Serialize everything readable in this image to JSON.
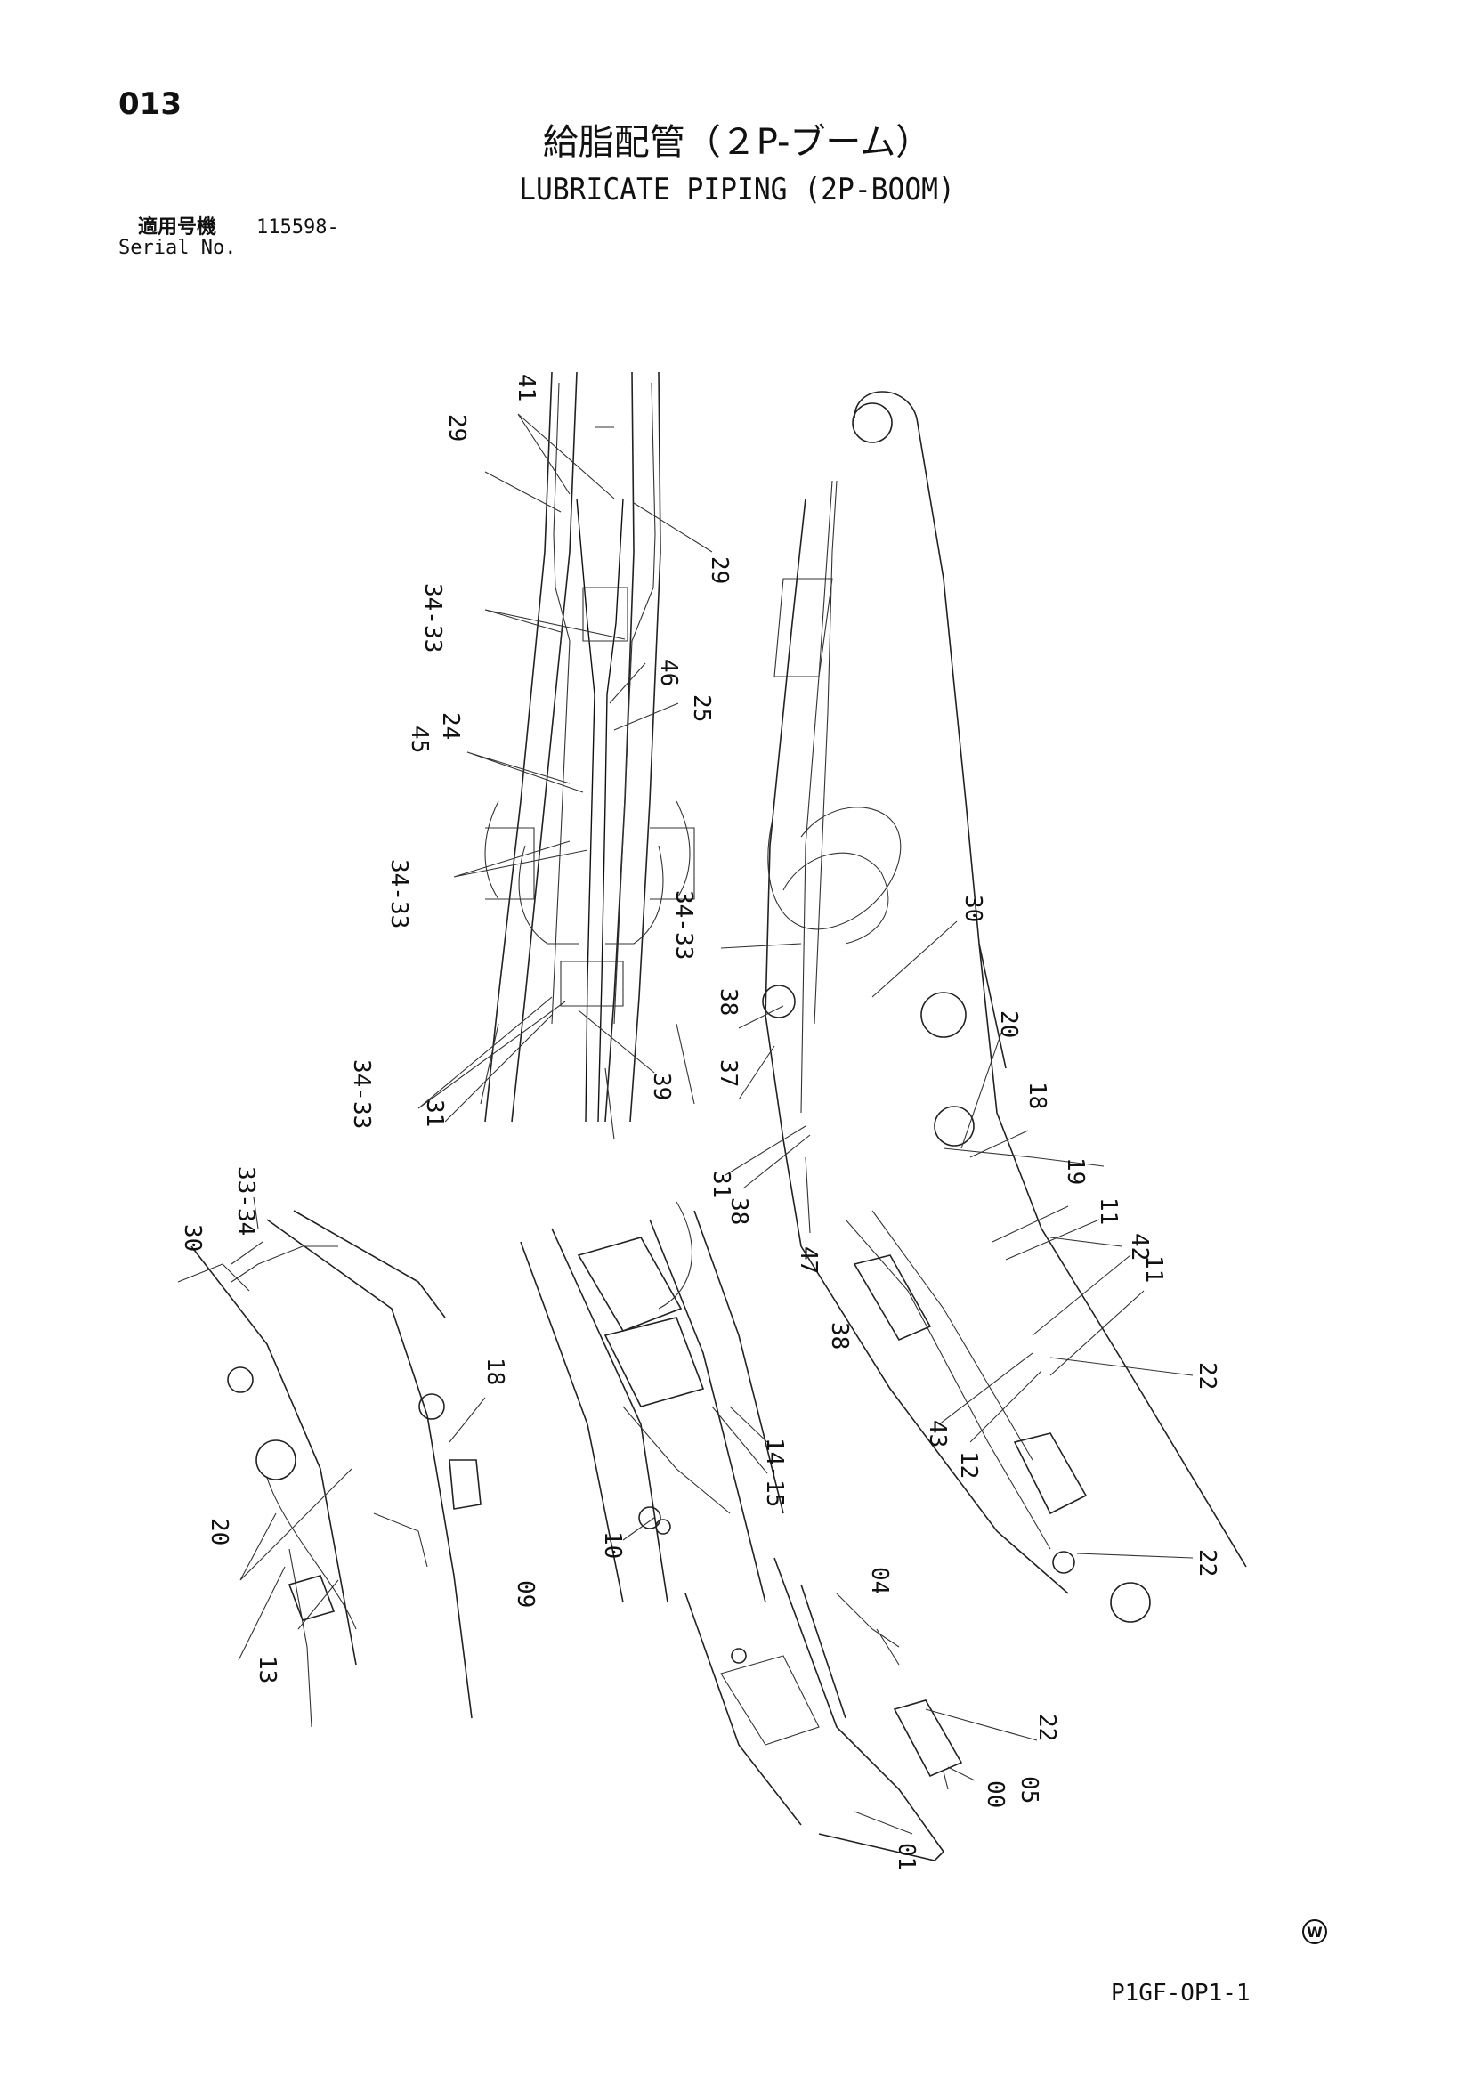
{
  "header": {
    "page_number": "013",
    "title_jp": "給脂配管（２P-ブーム）",
    "title_en": "LUBRICATE PIPING (2P-BOOM)",
    "serial_label_jp": "適用号機",
    "serial_value": "115598-",
    "serial_label_en": "Serial No."
  },
  "footer": {
    "doc_code": "P1GF-OP1-1",
    "mark": "W"
  },
  "callouts": {
    "upper_left": [
      "41",
      "29",
      "29",
      "34-33",
      "46",
      "25",
      "45",
      "24",
      "34-33",
      "34-33",
      "31",
      "39"
    ],
    "upper_right": [
      "34-33",
      "30",
      "38",
      "37",
      "20",
      "18",
      "31",
      "38",
      "19",
      "47",
      "38",
      "11",
      "42",
      "11",
      "22",
      "43",
      "12",
      "22"
    ],
    "left": [
      "33-34",
      "30",
      "18",
      "20",
      "09",
      "13"
    ],
    "middle": [
      "14-15",
      "10"
    ],
    "lower": [
      "04",
      "22",
      "05",
      "00",
      "01"
    ]
  }
}
